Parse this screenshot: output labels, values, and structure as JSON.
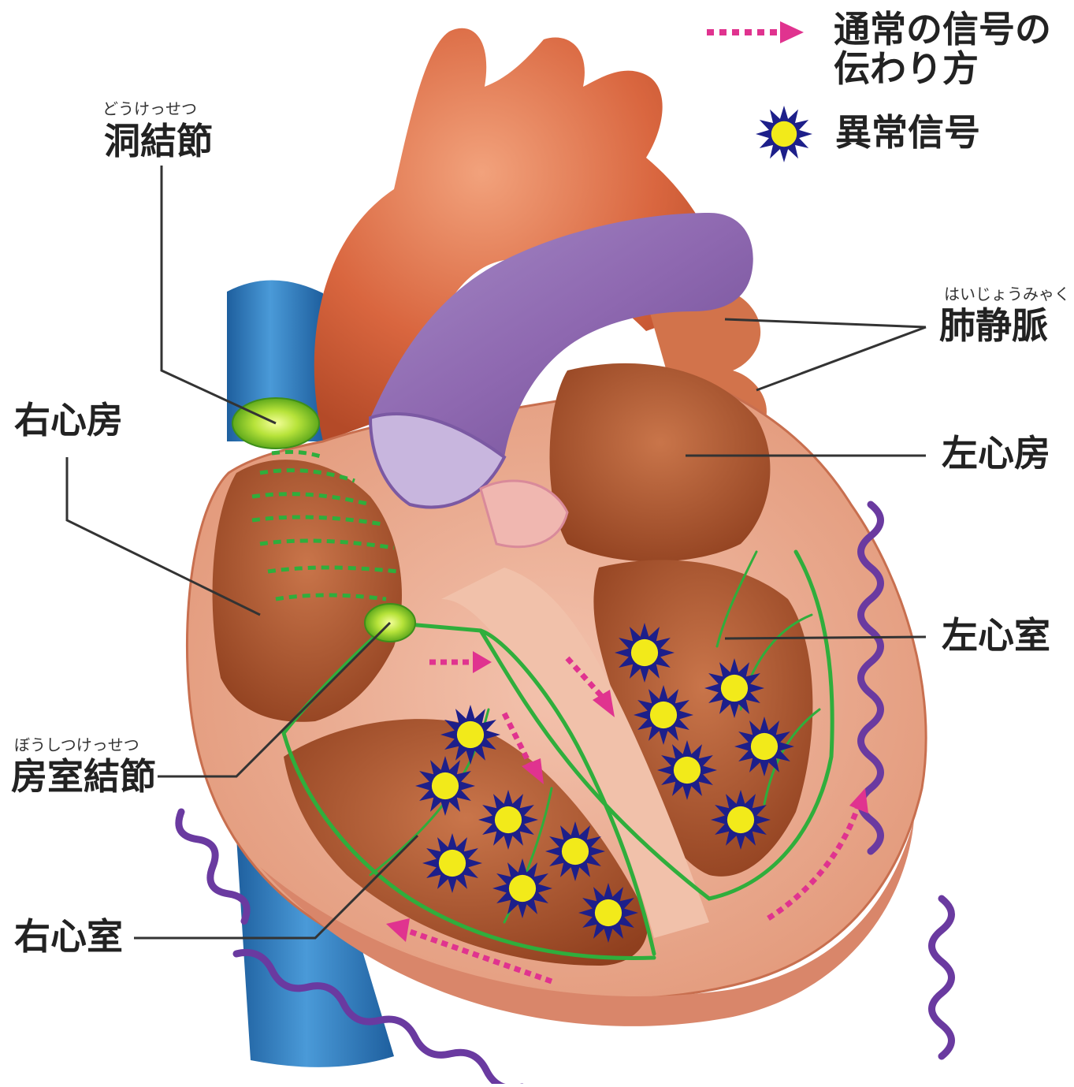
{
  "legend": {
    "normal_signal_line1": "通常の信号の",
    "normal_signal_line2": "伝わり方",
    "abnormal_signal": "異常信号"
  },
  "labels": {
    "sinus_node": "洞結節",
    "sinus_node_reading": "どうけっせつ",
    "right_atrium": "右心房",
    "av_node": "房室結節",
    "av_node_reading": "ぼうしつけっせつ",
    "right_ventricle": "右心室",
    "pulmonary_vein": "肺静脈",
    "pulmonary_vein_reading": "はいじょうみゃく",
    "left_atrium": "左心房",
    "left_ventricle": "左心室"
  },
  "colors": {
    "normal_signal_arrow": "#e0338f",
    "abnormal_signal_star": "#1d1f8a",
    "abnormal_signal_core": "#f2ea1a",
    "conduction_path": "#2fae3c",
    "wavy_lines": "#6a3aa0",
    "aorta": "#d9663f",
    "pulmonary_artery": "#8e68b0",
    "vena_cava": "#2f7fc2",
    "myocardium": "#e8a58c",
    "cavity_interior": "#a9562f"
  },
  "icons": {
    "legend_arrow": "dotted-arrow-icon",
    "legend_star": "starburst-icon"
  }
}
